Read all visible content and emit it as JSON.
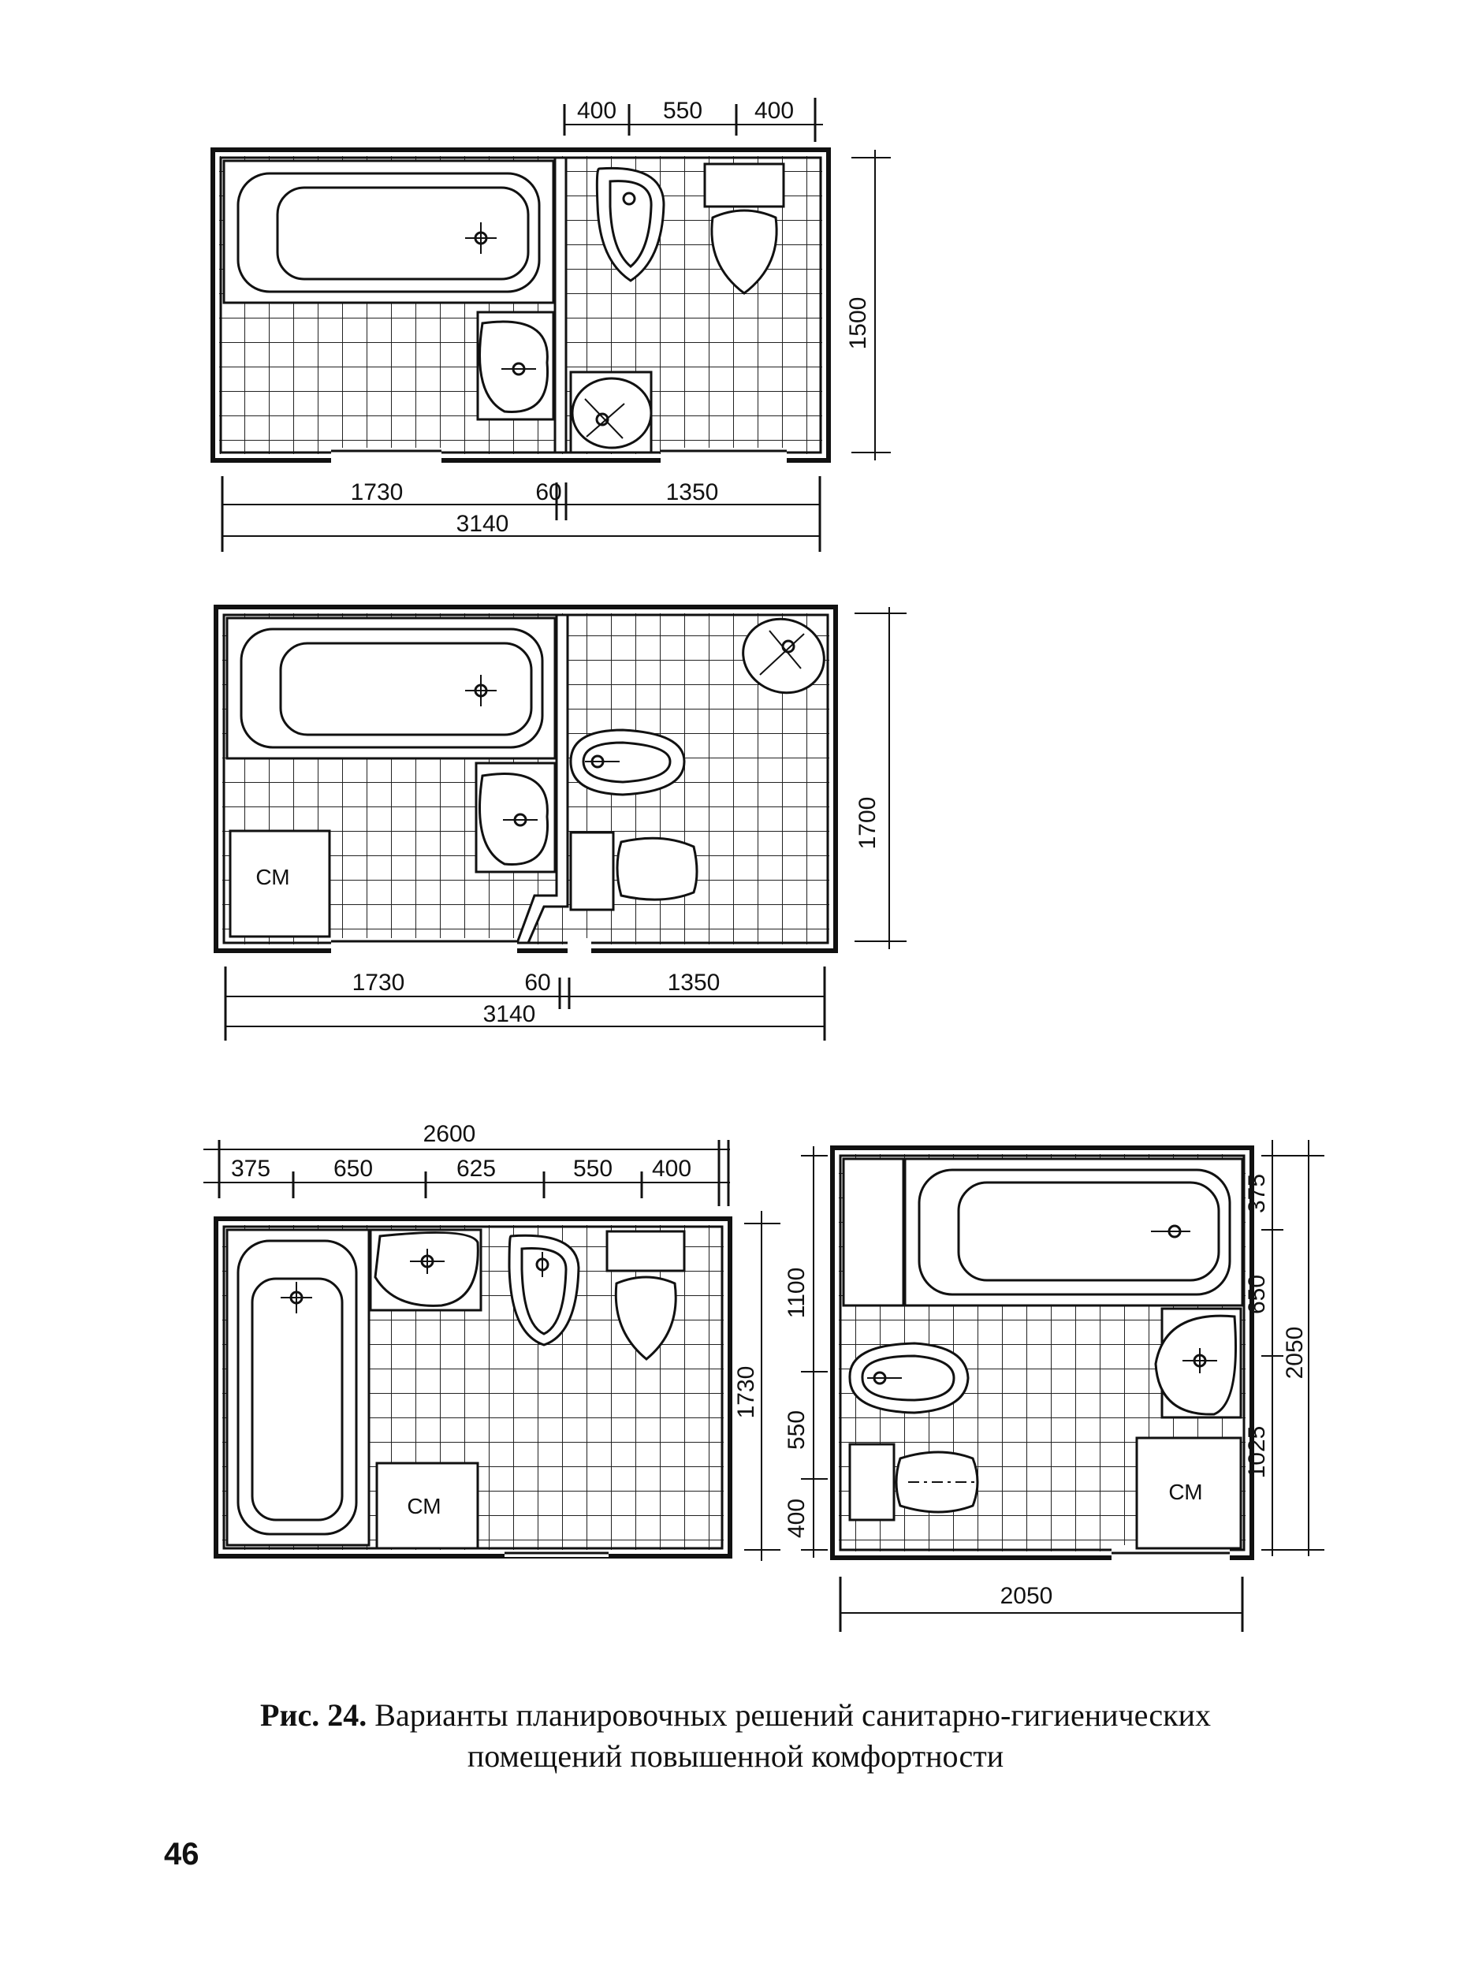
{
  "plan1": {
    "dims_top": [
      "400",
      "550",
      "400"
    ],
    "dims_bottom": [
      "1730",
      "60",
      "1350"
    ],
    "total_bottom": "3140",
    "right": "1500"
  },
  "plan2": {
    "dims_bottom": [
      "1730",
      "60",
      "1350"
    ],
    "total_bottom": "3140",
    "right": "1700",
    "machine_label": "СМ"
  },
  "plan3": {
    "total_top": "2600",
    "dims_top": [
      "375",
      "650",
      "625",
      "550",
      "400"
    ],
    "right": "1730",
    "machine_label": "СМ"
  },
  "plan4": {
    "left_dims": [
      "1100",
      "550",
      "400"
    ],
    "right_dims": [
      "375",
      "650",
      "1025"
    ],
    "total_right": "2050",
    "bottom": "2050",
    "machine_label": "СМ"
  },
  "caption": {
    "fig_label": "Рис. 24.",
    "line1": "Варианты планировочных решений санитарно-гигиенических",
    "line2": "помещений повышенной комфортности"
  },
  "page_number": "46"
}
